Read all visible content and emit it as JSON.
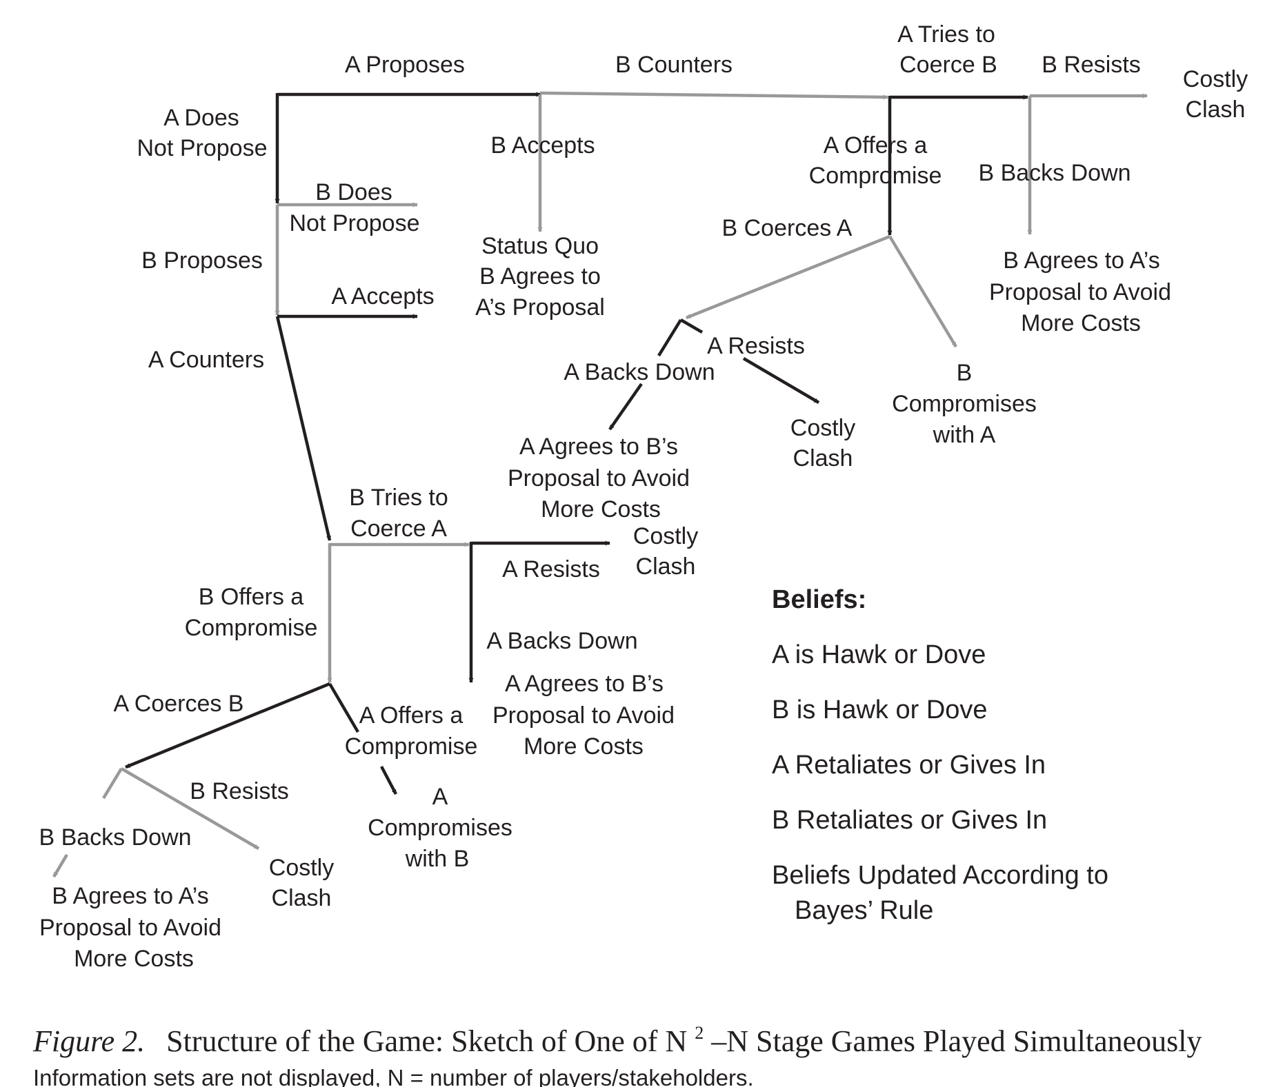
{
  "colors": {
    "dark": "#231f20",
    "gray": "#999999"
  },
  "nodes": {
    "a_proposes": "A Proposes",
    "b_counters": "B Counters",
    "a_tries_coerce_b_1": "A Tries to",
    "a_tries_coerce_b_2": "Coerce B",
    "b_resists_top": "B Resists",
    "costly_clash_top_1": "Costly",
    "costly_clash_top_2": "Clash",
    "a_does_not_propose_1": "A Does",
    "a_does_not_propose_2": "Not Propose",
    "b_accepts": "B Accepts",
    "a_offers_compromise_top_1": "A Offers a",
    "a_offers_compromise_top_2": "Compromise",
    "b_backs_down_top": "B Backs Down",
    "b_does_not_propose_1": "B Does",
    "b_does_not_propose_2": "Not Propose",
    "status_quo_1": "Status Quo",
    "status_quo_2": "B Agrees to",
    "status_quo_3": "A’s Proposal",
    "b_coerces_a": "B Coerces A",
    "b_agrees_top_1": "B Agrees to A’s",
    "b_agrees_top_2": "Proposal  to Avoid",
    "b_agrees_top_3": "More  Costs",
    "b_proposes": "B Proposes",
    "a_accepts": "A Accepts",
    "a_resists_mid": "A  Resists",
    "a_backs_down_mid": "A Backs  Down",
    "b_compromises_1": "B",
    "b_compromises_2": "Compromises",
    "b_compromises_3": "with A",
    "a_counters": "A Counters",
    "costly_clash_mid_1": "Costly",
    "costly_clash_mid_2": "Clash",
    "a_agrees_mid_1": "A Agrees to B’s",
    "a_agrees_mid_2": "Proposal  to Avoid",
    "a_agrees_mid_3": "More  Costs",
    "b_tries_coerce_a_1": "B Tries to",
    "b_tries_coerce_a_2": "Coerce A",
    "costly_clash_low_1": "Costly",
    "costly_clash_low_2": "Clash",
    "a_resists_low": "A Resists",
    "b_offers_compromise_1": "B Offers a",
    "b_offers_compromise_2": "Compromise",
    "a_backs_down_low": "A Backs Down",
    "a_agrees_low_1": "A Agrees to B’s",
    "a_agrees_low_2": "Proposal  to Avoid",
    "a_agrees_low_3": "More  Costs",
    "a_coerces_b": "A Coerces B",
    "a_offers_compromise_low_1": "A Offers a",
    "a_offers_compromise_low_2": "Compromise",
    "b_resists_low": "B Resists",
    "a_compromises_1": "A",
    "a_compromises_2": "Compromises",
    "a_compromises_3": "with B",
    "b_backs_down_low": "B Backs Down",
    "costly_clash_bottom_1": "Costly",
    "costly_clash_bottom_2": "Clash",
    "b_agrees_bottom_1": "B Agrees to A’s",
    "b_agrees_bottom_2": "Proposal  to Avoid",
    "b_agrees_bottom_3": "More  Costs"
  },
  "beliefs": {
    "title": "Beliefs:",
    "items": [
      "A is Hawk or Dove",
      "B is Hawk or Dove",
      "A Retaliates or Gives In",
      "B Retaliates or Gives In",
      "Beliefs Updated According to",
      "Bayes’ Rule"
    ]
  },
  "caption": {
    "figure_label": "Figure 2.",
    "title_before": "Structure of the Game: Sketch of One of N",
    "superscript": "2",
    "title_after": "–N Stage Games Played Simultaneously",
    "note": "Information sets are not displayed, N = number of players/stakeholders."
  }
}
